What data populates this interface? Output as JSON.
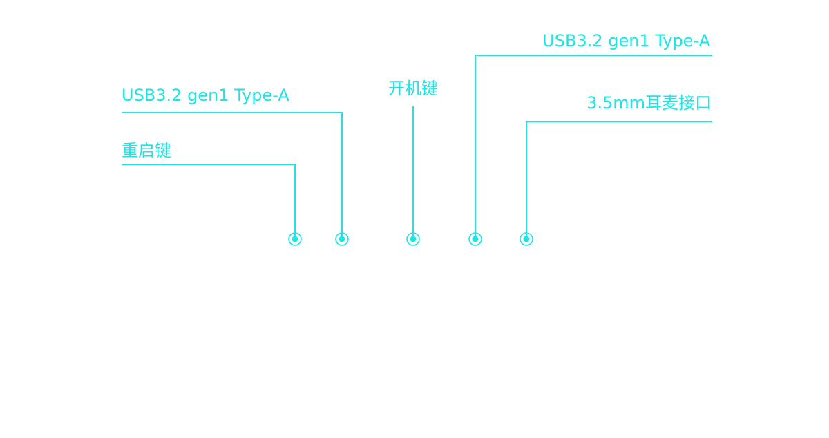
{
  "accent_color": "#19e6e6",
  "callouts": [
    {
      "id": "usb-left",
      "label": "USB3.2 gen1 Type-A",
      "icon": "port-marker-dot"
    },
    {
      "id": "reset-key",
      "label": "重启键",
      "icon": "port-marker-dot"
    },
    {
      "id": "power-key",
      "label": "开机键",
      "icon": "port-marker-dot"
    },
    {
      "id": "usb-right",
      "label": "USB3.2 gen1 Type-A",
      "icon": "port-marker-dot"
    },
    {
      "id": "audio-jack",
      "label": "3.5mm耳麦接口",
      "icon": "port-marker-dot"
    }
  ]
}
